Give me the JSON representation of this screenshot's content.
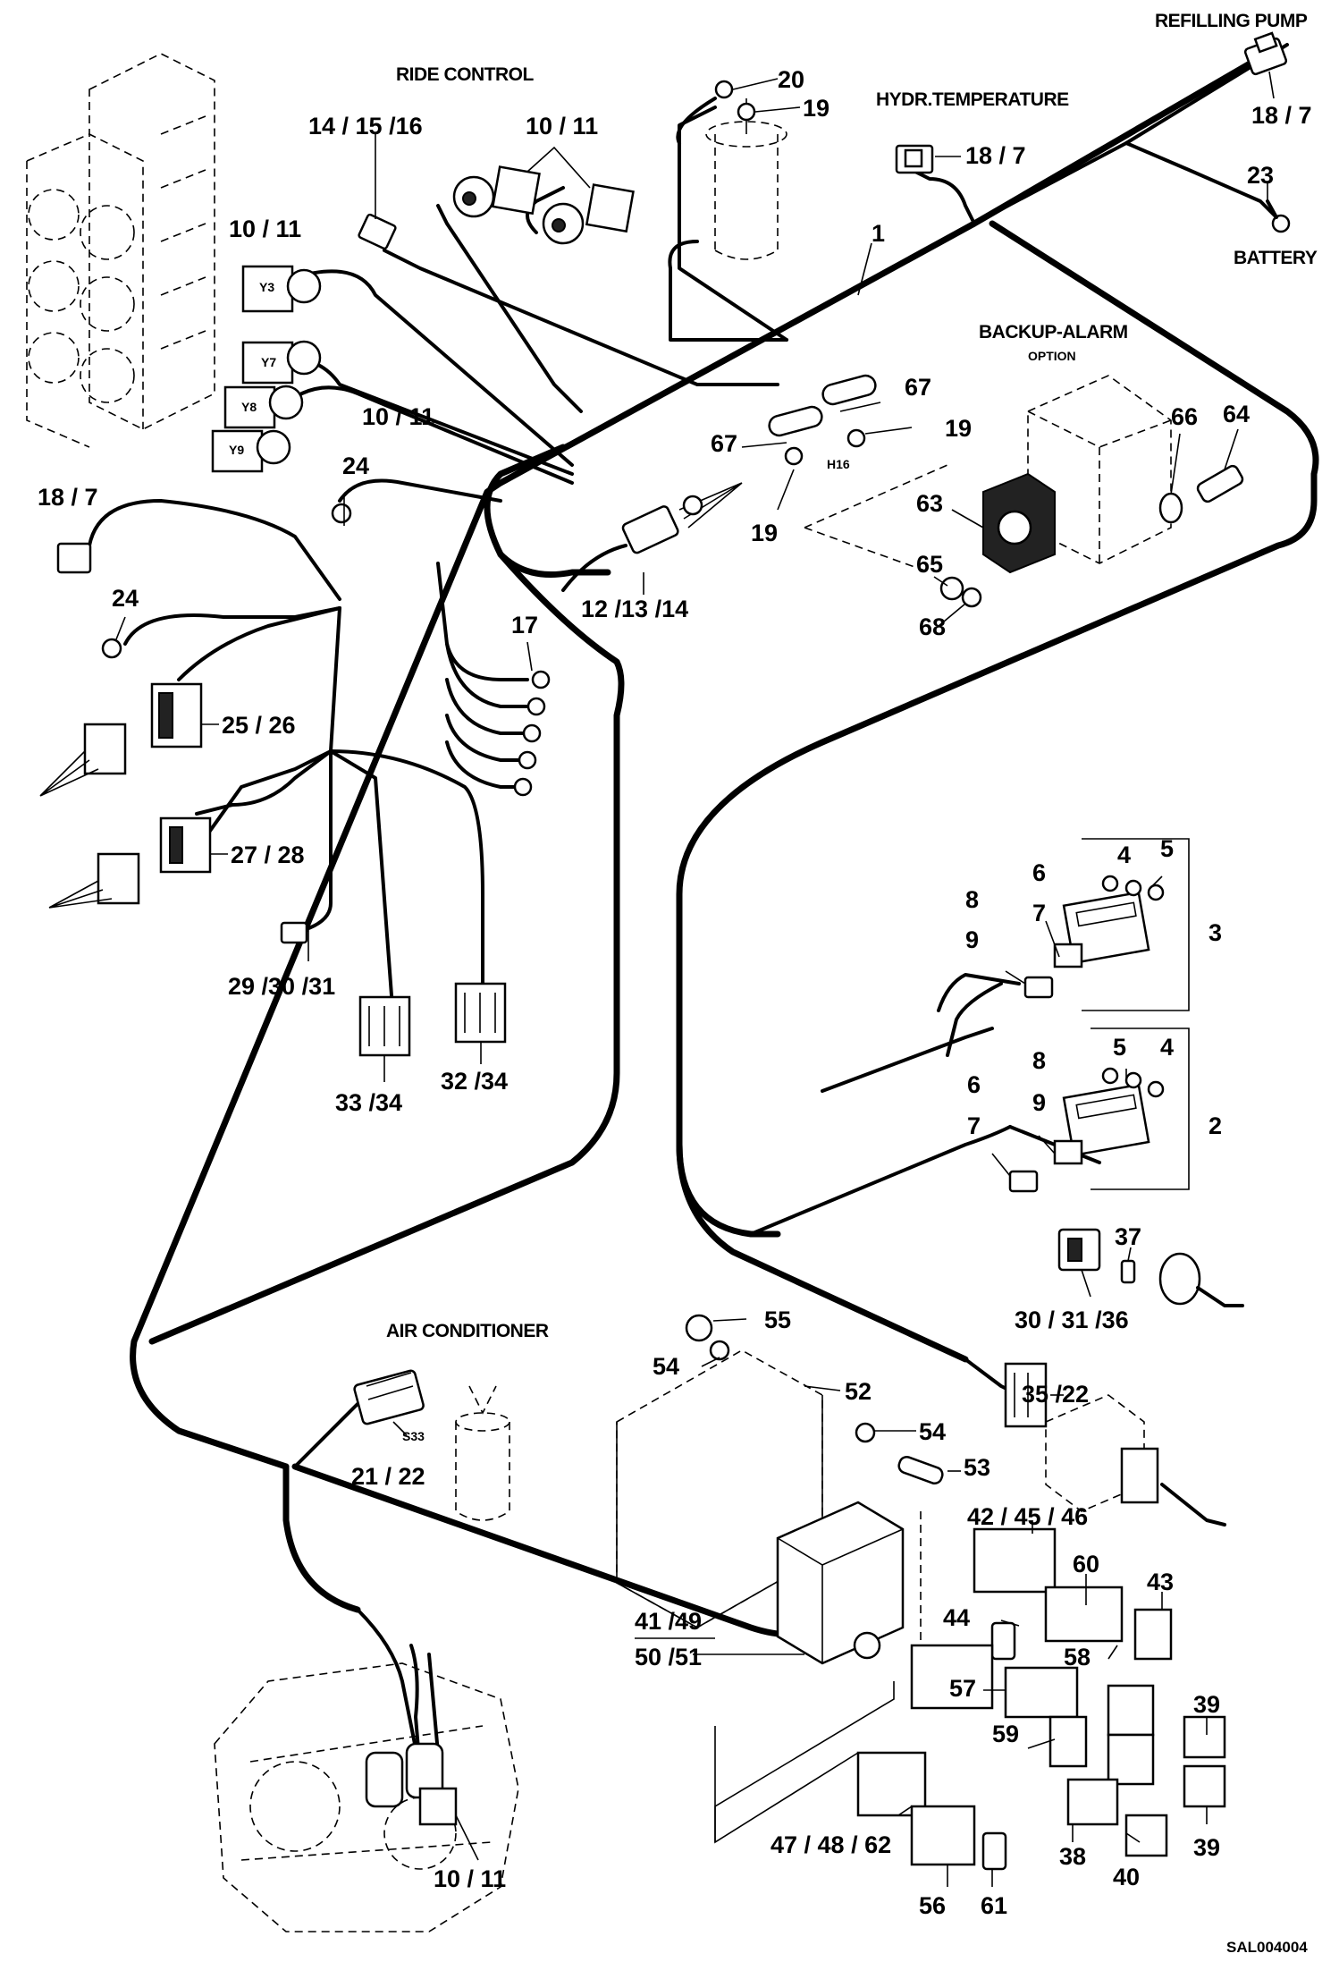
{
  "titles": {
    "ride_control": "RIDE CONTROL",
    "refilling_pump": "REFILLING PUMP",
    "hydr_temperature": "HYDR.TEMPERATURE",
    "battery": "BATTERY",
    "backup_alarm": "BACKUP-ALARM",
    "option": "OPTION",
    "air_conditioner": "AIR CONDITIONER"
  },
  "inline_marks": {
    "h16": "H16",
    "s33": "S33",
    "y3": "Y3",
    "y7": "Y7",
    "y8": "Y8",
    "y9": "Y9"
  },
  "drawing_number": "SAL004004",
  "callouts": [
    "20",
    "19",
    "18 / 7",
    "18 / 7",
    "14 / 15 /16",
    "10 / 11",
    "10 / 11",
    "10 / 11",
    "23",
    "1",
    "67",
    "19",
    "67",
    "66",
    "64",
    "63",
    "19",
    "65",
    "68",
    "12 /13 /14",
    "18 / 7",
    "24",
    "24",
    "17",
    "25 / 26",
    "27 / 28",
    "29 /30 /31",
    "33 /34",
    "32 /34",
    "6",
    "7",
    "8",
    "9",
    "4",
    "5",
    "3",
    "5",
    "4",
    "8",
    "9",
    "6",
    "7",
    "2",
    "37",
    "30 / 31 /36",
    "55",
    "54",
    "52",
    "54",
    "53",
    "35 /22",
    "21 / 22",
    "42 / 45 / 46",
    "60",
    "43",
    "44",
    "58",
    "41 /49",
    "50 /51",
    "57",
    "59",
    "39",
    "39",
    "38",
    "40",
    "47 / 48 / 62",
    "56",
    "61",
    "10 / 11"
  ]
}
